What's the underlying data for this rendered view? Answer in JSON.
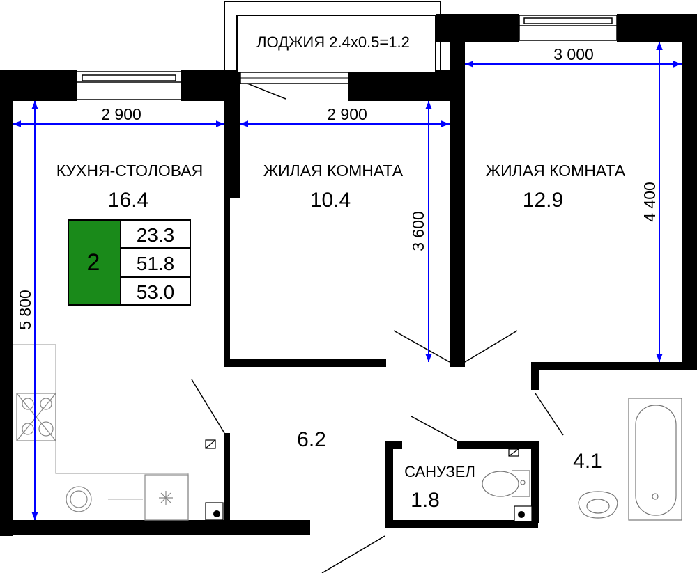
{
  "balcony": {
    "label": "ЛОДЖИЯ 2.4x0.5=1.2"
  },
  "rooms": {
    "kitchen": {
      "name": "КУХНЯ-СТОЛОВАЯ",
      "area": "16.4"
    },
    "living1": {
      "name": "ЖИЛАЯ КОМНАТА",
      "area": "10.4"
    },
    "living2": {
      "name": "ЖИЛАЯ КОМНАТА",
      "area": "12.9"
    },
    "hall": {
      "area": "6.2"
    },
    "bathroom": {
      "area": "4.1"
    },
    "wc": {
      "name": "САНУЗЕЛ",
      "area": "1.8"
    }
  },
  "summary": {
    "rooms_count": "2",
    "living_area": "23.3",
    "total_area": "51.8",
    "total_with_balcony": "53.0"
  },
  "dimensions": {
    "kitchen_width": "2 900",
    "living1_width": "2 900",
    "living2_width": "3 000",
    "kitchen_length": "5 800",
    "living1_length": "3 600",
    "living2_length": "4 400"
  },
  "colors": {
    "wall": "#000000",
    "dimension": "#0000ff",
    "badge": "#1a8a1a"
  }
}
